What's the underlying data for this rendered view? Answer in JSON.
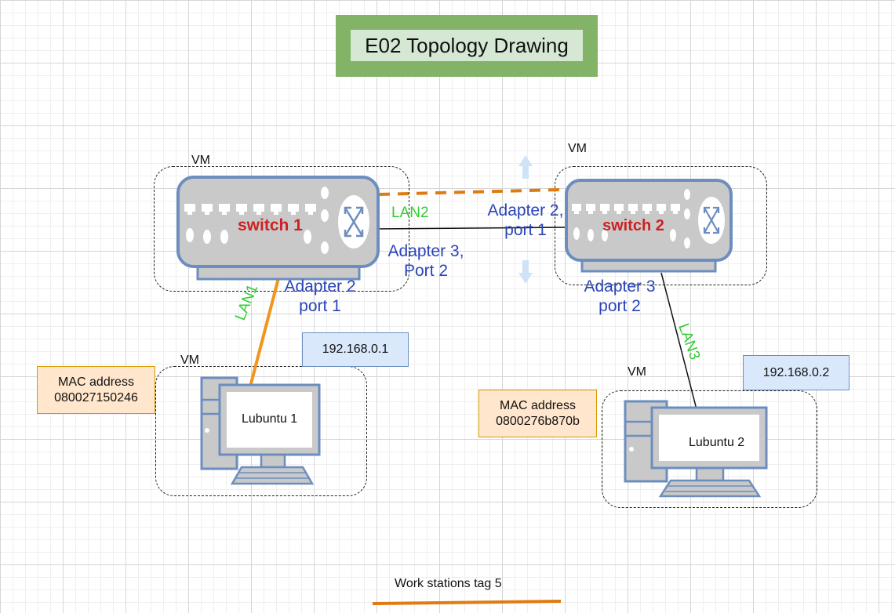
{
  "title": "E02 Topology Drawing",
  "vm_label": "VM",
  "switches": {
    "s1": "switch 1",
    "s2": "switch 2"
  },
  "workstations": {
    "w1": "Lubuntu 1",
    "w2": "Lubuntu 2"
  },
  "links": {
    "lan1": "LAN1",
    "lan2": "LAN2",
    "lan3": "LAN3"
  },
  "adapters": {
    "s1_lan2": [
      "Adapter 3,",
      "Port 2"
    ],
    "s2_lan2": [
      "Adapter 2,",
      "port 1"
    ],
    "s1_lan1": [
      "Adapter 2",
      "port 1"
    ],
    "s2_lan3": [
      "Adapter 3",
      "port 2"
    ]
  },
  "ip": {
    "w1": "192.168.0.1",
    "w2": "192.168.0.2"
  },
  "mac": {
    "label": "MAC address",
    "w1": "080027150246",
    "w2": "0800276b870b"
  },
  "legend": {
    "label": "Work stations tag 5",
    "color": "#e07b12"
  },
  "colors": {
    "title_fill": "#82b366",
    "title_inner": "#d5e8d4",
    "switch_fill": "#c9c9c9",
    "switch_stroke": "#6c8ebf",
    "switch_label": "#cc2222",
    "lan_orange": "#f0961e",
    "ip_fill": "#dae8fc",
    "mac_fill": "#ffe6cc"
  }
}
